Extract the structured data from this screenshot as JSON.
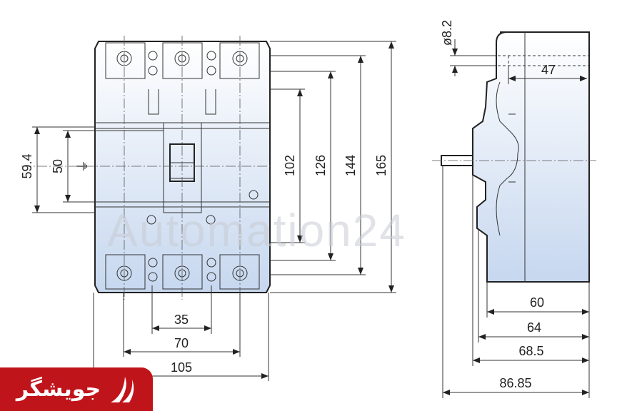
{
  "drawing": {
    "front_view": {
      "dims_horizontal": [
        "35",
        "70",
        "105"
      ],
      "dims_vertical_right": [
        "102",
        "126",
        "144",
        "165"
      ],
      "dims_vertical_left": [
        "59.4",
        "50"
      ]
    },
    "side_view": {
      "diameter": "ø8.2",
      "depth_top": "47",
      "dims_bottom": [
        "60",
        "64",
        "68.5",
        "86.85"
      ]
    },
    "watermark": "Automation24"
  },
  "logo": {
    "text": "جویشگر"
  },
  "colors": {
    "body_top": "#ffffff",
    "body_bottom": "#c9d9f0",
    "logo_bg": "#c0141b"
  }
}
